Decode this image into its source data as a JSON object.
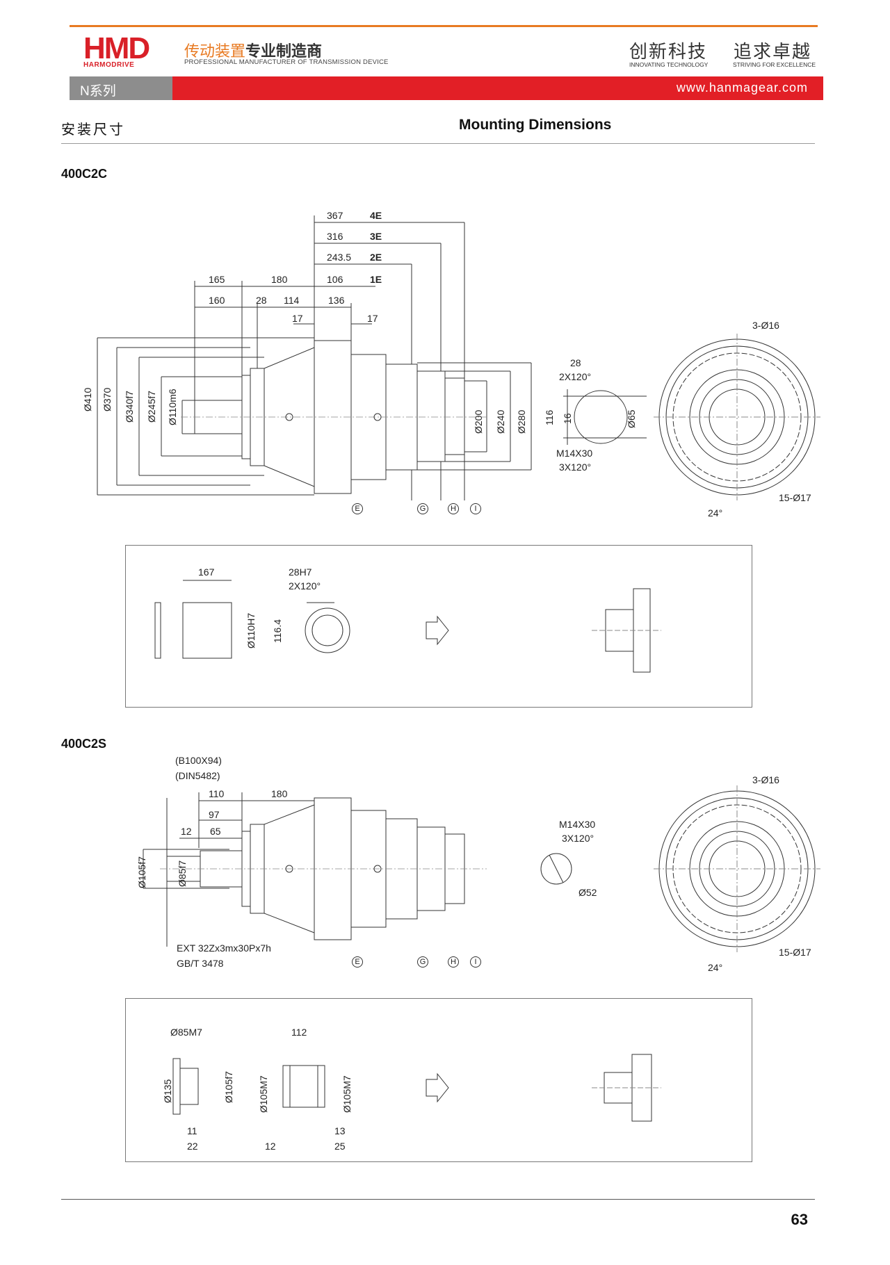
{
  "header": {
    "logo_text": "HMD",
    "logo_sub": "HARMODRIVE",
    "company_cn_a": "传动装置",
    "company_cn_b": "专业制造商",
    "company_en": "PROFESSIONAL MANUFACTURER OF TRANSMISSION DEVICE",
    "slogan_cn_1": "创新科技",
    "slogan_cn_2": "追求卓越",
    "slogan_en_1": "INNOVATING TECHNOLOGY",
    "slogan_en_2": "STRIVING FOR EXCELLENCE",
    "series": "N系列",
    "website": "www.hanmagear.com"
  },
  "section": {
    "title_cn": "安装尺寸",
    "title_en": "Mounting Dimensions"
  },
  "model_a": {
    "name": "400C2C",
    "stage_dims": [
      {
        "value": "367",
        "stage": "4E"
      },
      {
        "value": "316",
        "stage": "3E"
      },
      {
        "value": "243.5",
        "stage": "2E"
      },
      {
        "value": "106",
        "stage": "1E"
      }
    ],
    "top_dims": [
      "165",
      "180",
      "160",
      "28",
      "114",
      "136",
      "17",
      "17"
    ],
    "left_diams": [
      "Ø410",
      "Ø370",
      "Ø340f7",
      "Ø245f7",
      "Ø110m6"
    ],
    "right_diams": [
      "Ø200",
      "Ø240",
      "Ø280"
    ],
    "markers": [
      "E",
      "G",
      "H",
      "I"
    ],
    "end_view": {
      "top_a": "28",
      "top_b": "2X120°",
      "h": "116",
      "w": "16",
      "d": "Ø65",
      "thread": "M14X30",
      "thread_pos": "3X120°"
    },
    "flange_view": {
      "holes_top": "3-Ø16",
      "holes_bottom": "15-Ø17",
      "angle": "24°"
    },
    "accessory": {
      "length": "167",
      "diam": "Ø110H7",
      "key": "28H7",
      "key_pos": "2X120°",
      "height": "116.4"
    }
  },
  "model_b": {
    "name": "400C2S",
    "spline_a": "(B100X94)",
    "spline_b": "(DIN5482)",
    "top_dims": [
      "110",
      "180",
      "97",
      "12",
      "65"
    ],
    "left_diams": [
      "Ø105f7",
      "Ø85f7"
    ],
    "spline_note_a": "EXT 32Zx3mx30Px7h",
    "spline_note_b": "GB/T 3478",
    "markers": [
      "E",
      "G",
      "H",
      "I"
    ],
    "end_view": {
      "thread": "M14X30",
      "thread_pos": "3X120°",
      "d": "Ø52"
    },
    "flange_view": {
      "holes_top": "3-Ø16",
      "holes_bottom": "15-Ø17",
      "angle": "24°"
    },
    "accessory": {
      "bore": "Ø85M7",
      "d1": "Ø135",
      "d2": "Ø105f7",
      "l1": "11",
      "l2": "22",
      "sleeve_len": "112",
      "sleeve_d1": "Ø105M7",
      "sleeve_d2": "Ø105M7",
      "l3": "12",
      "l4": "13",
      "l5": "25"
    }
  },
  "footer": {
    "page": "63"
  }
}
